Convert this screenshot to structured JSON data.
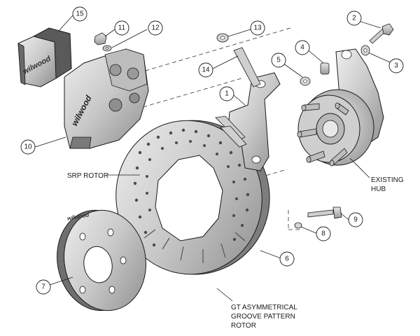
{
  "labels": {
    "srp_rotor": "SRP ROTOR",
    "existing_hub_line1": "EXISTING",
    "existing_hub_line2": "HUB",
    "gt_rotor_line1": "GT ASYMMETRICAL",
    "gt_rotor_line2": "GROOVE PATTERN",
    "gt_rotor_line3": "ROTOR"
  },
  "callouts": [
    "1",
    "2",
    "3",
    "4",
    "5",
    "6",
    "7",
    "8",
    "9",
    "10",
    "11",
    "12",
    "13",
    "14",
    "15"
  ],
  "brand_marks": {
    "pad": "wilwood",
    "caliper": "wilwood",
    "hat": "wilwood"
  },
  "colors": {
    "part_fill": "#d9d9d9",
    "part_dark": "#8c8c8c",
    "outline": "#1a1a1a",
    "highlight": "#f2f2f2"
  }
}
